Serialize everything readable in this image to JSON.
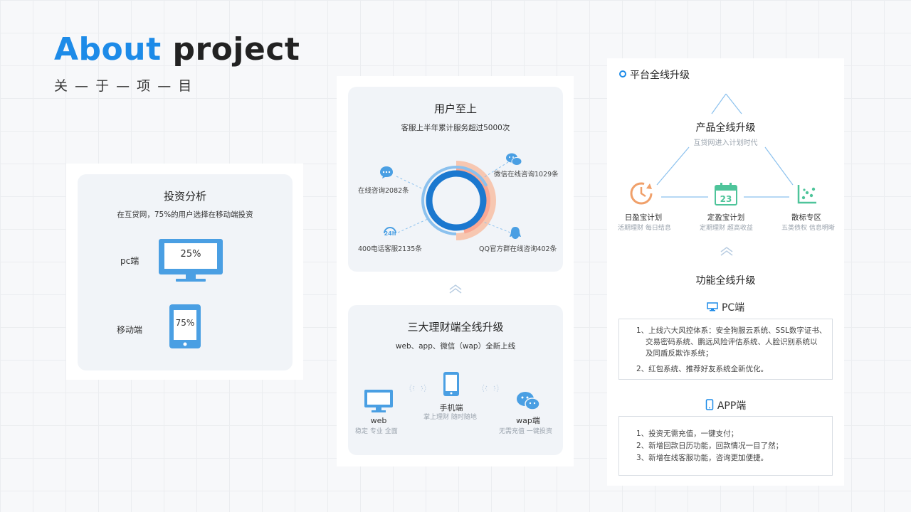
{
  "header": {
    "title_en_a": "About",
    "title_en_b": "project",
    "title_cn": "关 — 于 — 项 — 目"
  },
  "invest": {
    "title": "投资分析",
    "subtitle": "在互贷网，75%的用户选择在移动端投资",
    "pc_label": "pc端",
    "pc_value": "25%",
    "mobile_label": "移动端",
    "mobile_value": "75%"
  },
  "users": {
    "title": "用户至上",
    "subtitle": "客服上半年累计服务超过5000次",
    "online": "在线咨询2082条",
    "wechat": "微信在线咨询1029条",
    "phone": "400电话客服2135条",
    "qq": "QQ官方群在线咨询402条"
  },
  "terminals": {
    "title": "三大理财端全线升级",
    "subtitle": "web、app、微信（wap）全新上线",
    "web_label": "web",
    "web_desc": "稳定 专业 全面",
    "mobile_label": "手机端",
    "mobile_desc": "掌上理财 随时随地",
    "wap_label": "wap端",
    "wap_desc": "无需充值 一键投资"
  },
  "platform": {
    "title": "平台全线升级",
    "product_title": "产品全线升级",
    "product_sub": "互贷网进入计划时代",
    "daily_label": "日盈宝计划",
    "daily_desc": "活期理财  每日结息",
    "fixed_label": "定盈宝计划",
    "fixed_desc": "定期理财  超高收益",
    "fixed_day": "23",
    "scatter_label": "散标专区",
    "scatter_desc": "五类债权  信息明晰",
    "function_title": "功能全线升级",
    "pc_title": "PC端",
    "pc_item1": "1、上线六大风控体系：安全狗服云系统、SSL数字证书、",
    "pc_item1b": "交易密码系统、鹏远风险评估系统、人脸识别系统以",
    "pc_item1c": "及同盾反欺诈系统；",
    "pc_item2": "2、红包系统、推荐好友系统全新优化。",
    "app_title": "APP端",
    "app_item1": "1、投资无需充值，一键支付；",
    "app_item2": "2、新增回款日历功能，回款情况一目了然；",
    "app_item3": "3、新增在线客服功能，咨询更加便捷。"
  },
  "colors": {
    "blue": "#1d8be8",
    "icon_blue": "#4a9fe3",
    "orange": "#f0a06a",
    "green": "#4ec49a"
  }
}
